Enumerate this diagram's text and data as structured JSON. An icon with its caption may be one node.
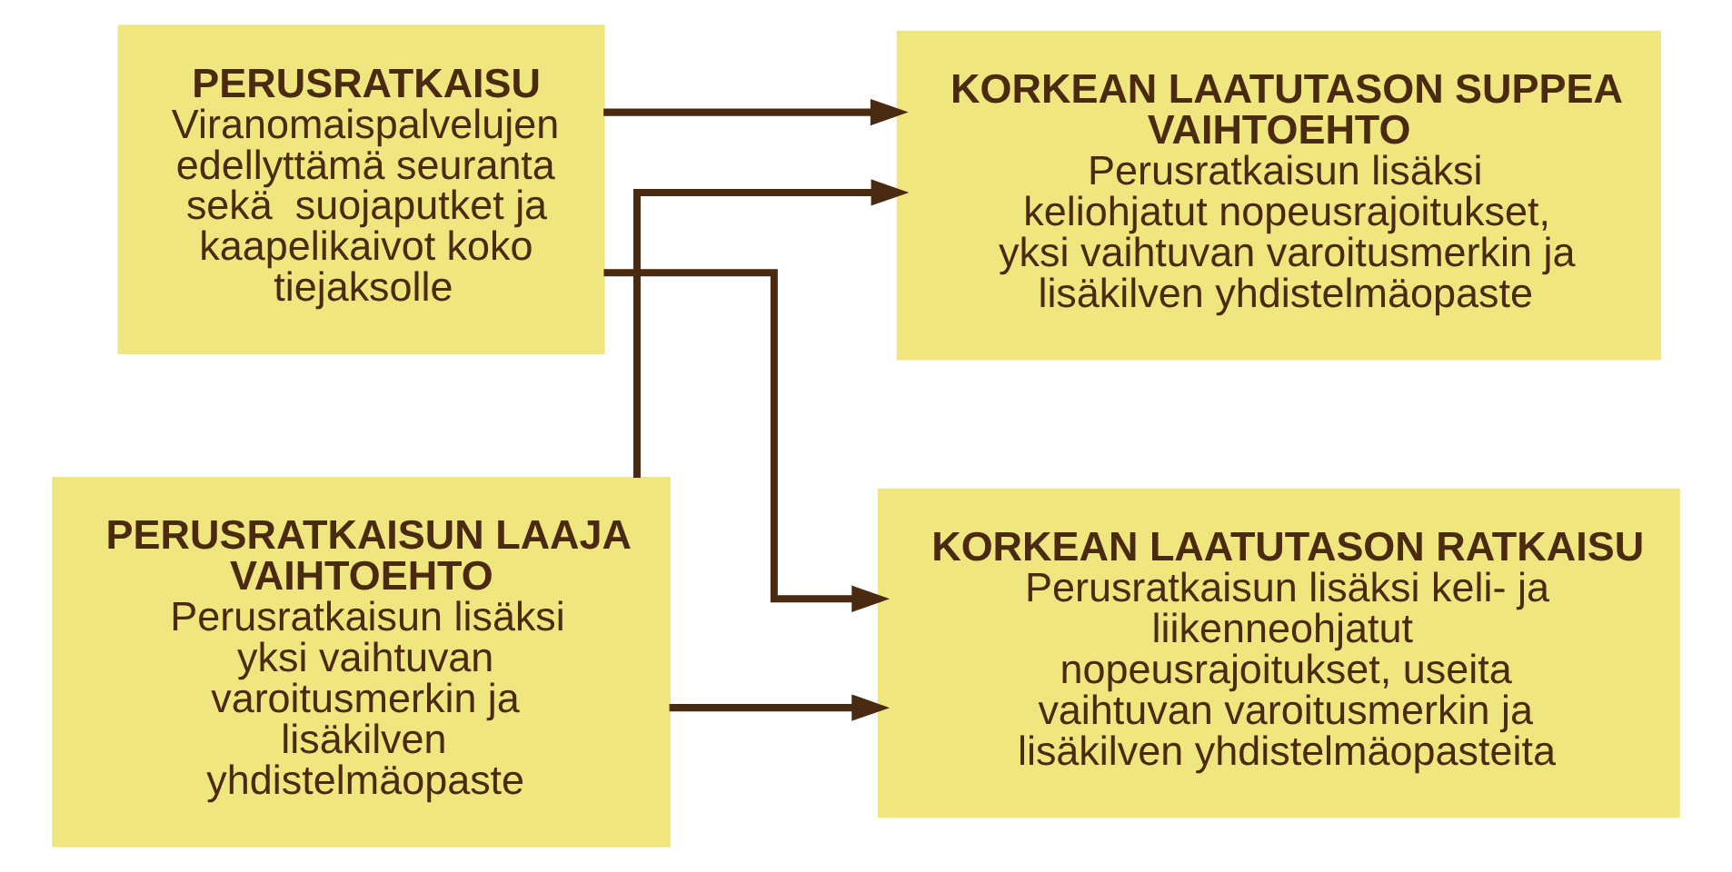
{
  "diagram": {
    "nodes": [
      {
        "text": [
          "PERUSRATKAISU",
          "Viranomaispalvelujen edellyttämä seuranta sekä  suojaputket ja kaapelikaivot koko tiejaksolle"
        ]
      },
      {
        "text": [
          "KORKEAN LAATUTASON SUPPEA VAIHTOEHTO",
          "Perusratkaisun lisäksi keliohjatut nopeusrajoitukset, yksi vaihtuvan varoitusmerkin ja lisäkilven yhdistelmäopaste"
        ]
      },
      {
        "text": [
          "KORKEAN LAATUTASON RATKAISU",
          "Perusratkaisun lisäksi keli- ja liikenneohjatut nopeusrajoitukset, useita vaihtuvan varoitusmerkin ja lisäkilven yhdistelmäopasteita"
        ]
      },
      {
        "text": [
          "PERUSRATKAISUN LAAJA VAIHTOEHTO",
          "Perusratkaisun lisäksi yksi vaihtuvan varoitusmerkin ja lisäkilven yhdistelmäopaste"
        ]
      }
    ],
    "edges": [
      {
        "from": 0,
        "to": 1,
        "arrow": "to"
      },
      {
        "from": 0,
        "to": 2,
        "arrow": "to"
      },
      {
        "from": 3,
        "to": 1,
        "arrow": "to"
      },
      {
        "from": 3,
        "to": 2,
        "arrow": "to"
      }
    ]
  }
}
